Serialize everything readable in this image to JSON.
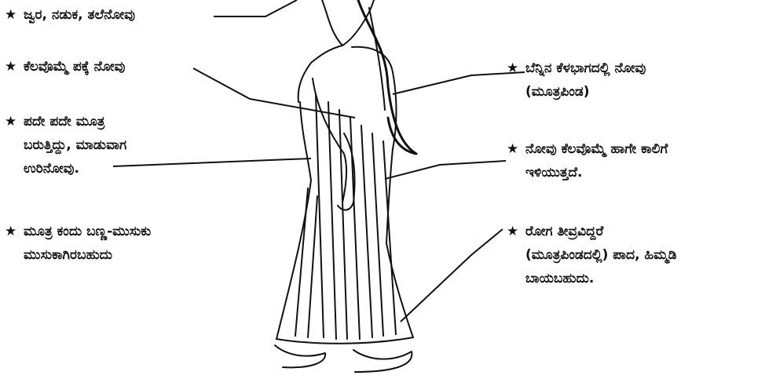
{
  "star_glyph": "★",
  "left": [
    {
      "lines": [
        "ಜ್ವರ, ನಡುಕ, ತಲೆನೋವು"
      ]
    },
    {
      "lines": [
        "ಕೆಲವೊಮ್ಮೆ ಪಕ್ಕೆ ನೋವು"
      ]
    },
    {
      "lines": [
        "ಪದೇ ಪದೇ ಮೂತ್ರ",
        "ಬರುತ್ತಿದ್ದು, ಮಾಡುವಾಗ",
        "ಉರಿನೋವು."
      ]
    },
    {
      "lines": [
        "ಮೂತ್ರ ಕಂದು ಬಣ್ಣ-ಮುಸುಕು",
        "ಮುಸುಕಾಗಿರಬಹುದು"
      ]
    }
  ],
  "right": [
    {
      "lines": [
        "ಬೆನ್ನಿನ ಕೆಳಭಾಗದಲ್ಲಿ ನೋವು",
        "(ಮೂತ್ರಪಿಂಡ)"
      ]
    },
    {
      "lines": [
        "ನೋವು ಕೆಲವೊಮ್ಮೆ ಹಾಗೇ ಕಾಲಿಗೆ",
        "ಇಳಿಯುತ್ತದೆ."
      ]
    },
    {
      "lines": [
        "ರೋಗ ತೀವ್ರವಿದ್ದರೆ",
        "(ಮೂತ್ರಪಿಂಡದಲ್ಲಿ) ಪಾದ, ಹಿಮ್ಮಡಿ",
        "ಬಾಯಬಹುದು."
      ]
    }
  ]
}
